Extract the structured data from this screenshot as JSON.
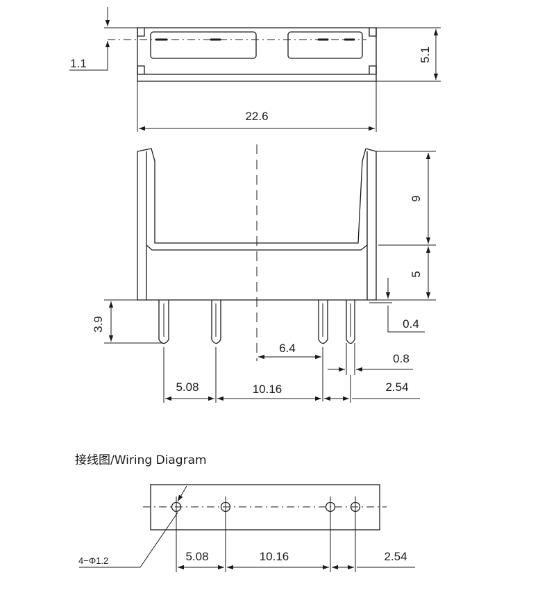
{
  "top_view": {
    "dim_width": "22.6",
    "dim_height": "5.1",
    "dim_offset": "1.1"
  },
  "side_view": {
    "dim_upper_height": "9",
    "dim_lower_height": "5",
    "dim_pin_length": "3.9",
    "dim_base_gap": "0.4",
    "dim_center_offset": "6.4",
    "dim_pin_width": "0.8",
    "dim_pitch_1": "5.08",
    "dim_pitch_2": "10.16",
    "dim_pitch_3": "2.54"
  },
  "wiring": {
    "title": "接线图/Wiring Diagram",
    "hole_callout": "4−Φ1.2",
    "dim_pitch_1": "5.08",
    "dim_pitch_2": "10.16",
    "dim_pitch_3": "2.54"
  }
}
